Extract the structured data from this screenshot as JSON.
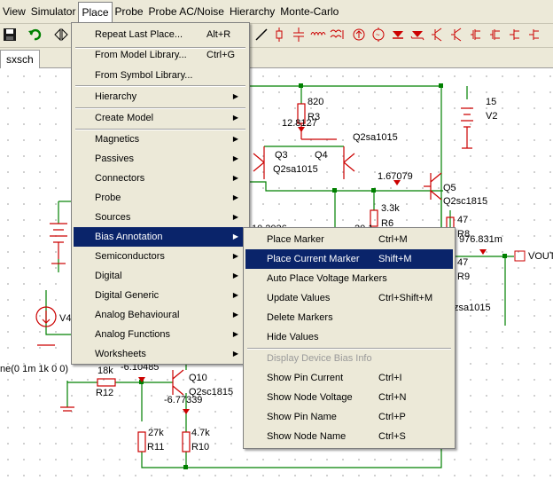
{
  "menubar": [
    "View",
    "Simulator",
    "Place",
    "Probe",
    "Probe AC/Noise",
    "Hierarchy",
    "Monte-Carlo"
  ],
  "tab": "sxsch",
  "place_menu": {
    "items": [
      {
        "label": "Repeat Last Place...",
        "shortcut": "Alt+R"
      },
      {
        "label": "From Model Library...",
        "shortcut": "Ctrl+G"
      },
      {
        "label": "From Symbol Library..."
      },
      {
        "label": "Hierarchy"
      },
      {
        "label": "Create Model"
      },
      {
        "label": "Magnetics"
      },
      {
        "label": "Passives"
      },
      {
        "label": "Connectors"
      },
      {
        "label": "Probe"
      },
      {
        "label": "Sources"
      },
      {
        "label": "Bias Annotation"
      },
      {
        "label": "Semiconductors"
      },
      {
        "label": "Digital"
      },
      {
        "label": "Digital Generic"
      },
      {
        "label": "Analog Behavioural"
      },
      {
        "label": "Analog Functions"
      },
      {
        "label": "Worksheets"
      }
    ]
  },
  "bias_menu": {
    "items": [
      {
        "label": "Place Marker",
        "shortcut": "Ctrl+M"
      },
      {
        "label": "Place Current Marker",
        "shortcut": "Shift+M"
      },
      {
        "label": "Auto Place Voltage Markers"
      },
      {
        "label": "Update Values",
        "shortcut": "Ctrl+Shift+M"
      },
      {
        "label": "Delete Markers"
      },
      {
        "label": "Hide Values"
      },
      {
        "label": "Display Device Bias Info"
      },
      {
        "label": "Show Pin Current",
        "shortcut": "Ctrl+I"
      },
      {
        "label": "Show Node Voltage",
        "shortcut": "Ctrl+N"
      },
      {
        "label": "Show Pin Name",
        "shortcut": "Ctrl+P"
      },
      {
        "label": "Show Node Name",
        "shortcut": "Ctrl+S"
      }
    ]
  },
  "schematic": {
    "labels": [
      "820",
      "R3",
      "12.8127",
      "15",
      "V2",
      "Q2sa1015",
      "Q3",
      "Q4",
      "Q2sa1015",
      "1.67079",
      "Q5",
      "Q2sc1815",
      "3.3k",
      "R6",
      "47",
      "R8",
      "976.831m",
      "VOUT",
      "47",
      "R9",
      "zsa1015",
      "V4",
      "ne(0 1m 1k 0 0)",
      "18k",
      "R12",
      "-6.10485",
      "Q10",
      "Q2sc1815",
      "-6.77339",
      "27k",
      "R11",
      "4.7k",
      "R10",
      "10.2026",
      "20.1"
    ]
  },
  "colors": {
    "wire": "#008000",
    "component": "#cc0000",
    "menu_highlight": "#0a246a",
    "menu_bg": "#ece9d8"
  }
}
